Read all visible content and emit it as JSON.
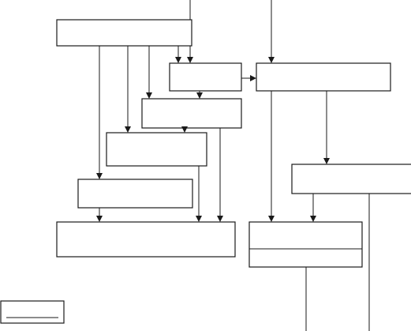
{
  "diagram": {
    "type": "flowchart",
    "stroke_color": "#1a1a1a",
    "background_color": "#ffffff",
    "boxes": [
      {
        "id": "box-top-left",
        "text": ""
      },
      {
        "id": "box-mid-small",
        "text": ""
      },
      {
        "id": "box-right-top",
        "text": ""
      },
      {
        "id": "box-center-1",
        "text": ""
      },
      {
        "id": "box-center-2",
        "text": ""
      },
      {
        "id": "box-right-mid",
        "text": ""
      },
      {
        "id": "box-left-mid",
        "text": ""
      },
      {
        "id": "box-bottom-left",
        "text": ""
      },
      {
        "id": "box-bottom-right",
        "text": ""
      },
      {
        "id": "legend-box",
        "text": ""
      }
    ],
    "connectors": [
      {
        "from": "top-edge",
        "to": "box-top-left"
      },
      {
        "from": "top-edge",
        "to": "box-right-top"
      },
      {
        "from": "box-top-left",
        "to": "box-mid-small"
      },
      {
        "from": "box-top-left",
        "to": "box-center-1"
      },
      {
        "from": "box-top-left",
        "to": "box-center-2"
      },
      {
        "from": "box-top-left",
        "to": "box-left-mid"
      },
      {
        "from": "box-mid-small",
        "to": "box-right-top"
      },
      {
        "from": "box-mid-small",
        "to": "box-center-1"
      },
      {
        "from": "box-center-1",
        "to": "box-bottom-left"
      },
      {
        "from": "box-center-2",
        "to": "box-bottom-left"
      },
      {
        "from": "box-left-mid",
        "to": "box-bottom-left"
      },
      {
        "from": "box-right-top",
        "to": "box-right-mid"
      },
      {
        "from": "box-right-top",
        "to": "box-bottom-right"
      },
      {
        "from": "box-right-mid",
        "to": "box-bottom-right"
      },
      {
        "from": "box-bottom-right",
        "to": "bottom-edge"
      },
      {
        "from": "box-right-mid",
        "to": "bottom-edge"
      }
    ]
  }
}
